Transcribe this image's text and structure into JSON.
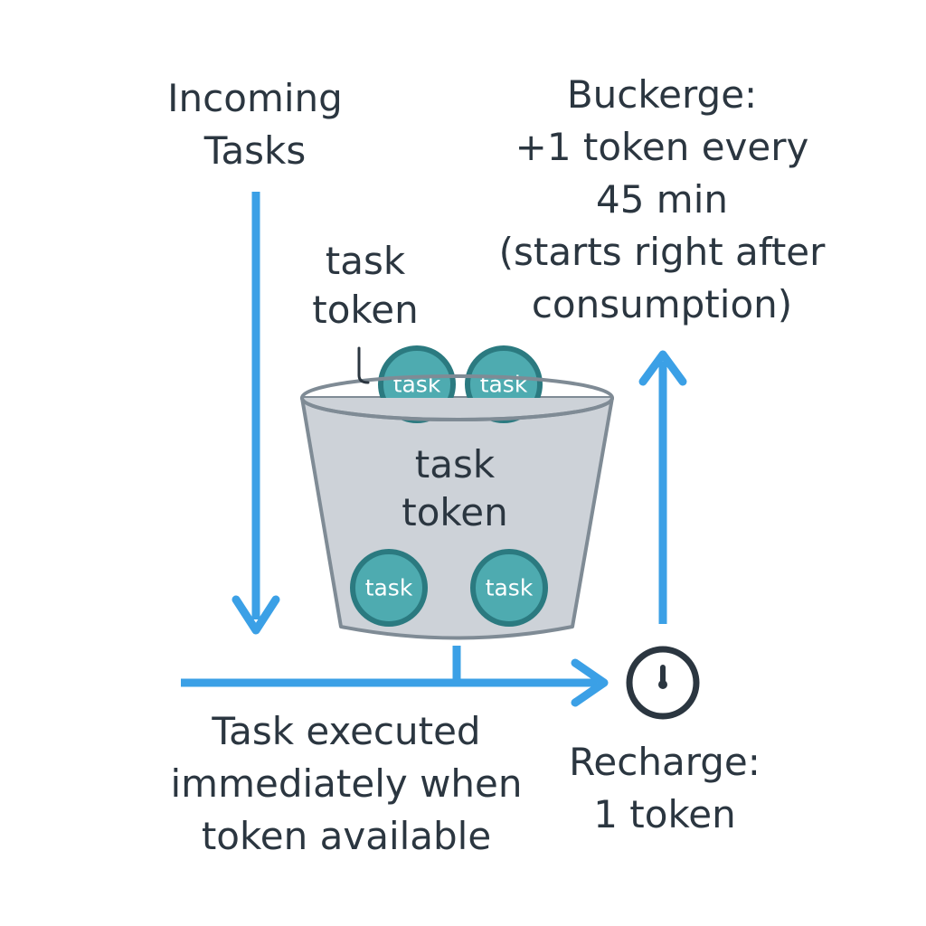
{
  "labels": {
    "incoming": [
      "Incoming",
      "Tasks"
    ],
    "bucket_top": [
      "task",
      "token"
    ],
    "bucket_inside": [
      "task",
      "token"
    ],
    "recharge_schedule": [
      "Buckerge:",
      "+1 token every",
      "45 min",
      "(starts right after",
      "consumption)"
    ],
    "executed": [
      "Task executed",
      "immediately when",
      "token available"
    ],
    "recharge": [
      "Recharge:",
      "1 token"
    ]
  },
  "coins": {
    "label": "task",
    "top_row_count": 2,
    "inside_count": 2
  },
  "icons": {
    "timer": "stopwatch-icon",
    "flow_arrow": "arrow-icon"
  },
  "colors": {
    "arrow": "#3ba0e6",
    "bucket_fill": "#cdd2d8",
    "bucket_stroke": "#7f8b95",
    "coin_fill": "#4eabb0",
    "coin_stroke": "#2b7a80",
    "text": "#2b3640"
  }
}
